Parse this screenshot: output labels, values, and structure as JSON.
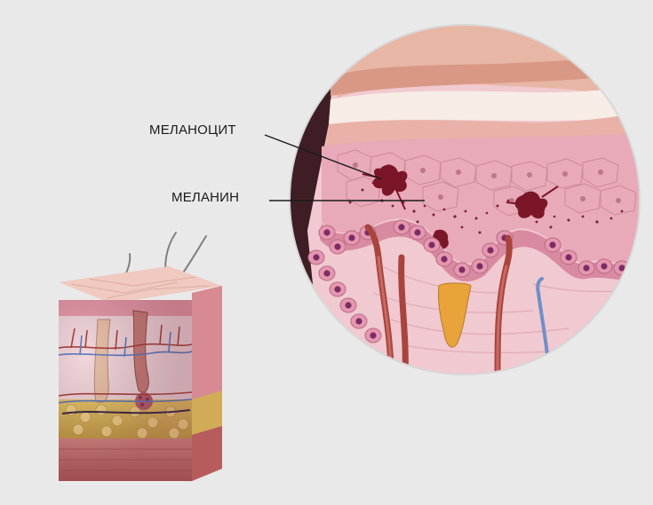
{
  "labels": {
    "melanocyte": "МЕЛАНОЦИТ",
    "melanin": "МЕЛАНИН"
  },
  "colors": {
    "background": "#e9e9e9",
    "epidermis": "#e9a6b6",
    "cell_nucleus": "#7b2d63",
    "melanocyte": "#7a1628",
    "dermis": "#f0c6cf",
    "fat": "#d9b85a",
    "vessel_red": "#a8443e",
    "vessel_blue": "#6f8fc8",
    "muscle": "#c86e6e"
  },
  "icons": [
    "skin-block-illustration",
    "magnified-circle-illustration"
  ]
}
